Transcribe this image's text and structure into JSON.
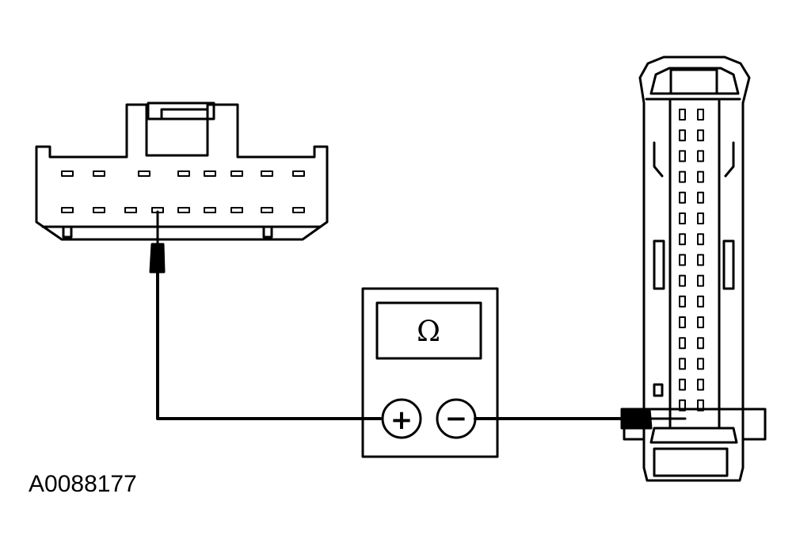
{
  "figure": {
    "reference_id": "A0088177"
  },
  "meter": {
    "display_symbol": "Ω",
    "positive_terminal": "+",
    "negative_terminal": "−"
  },
  "connector_left": {
    "top_row_pins": 8,
    "bottom_row_pins": 9,
    "probed_pin_index": 3
  },
  "connector_right": {
    "pin_rows": 15,
    "pin_columns": 2
  },
  "colors": {
    "line": "#000000",
    "background": "#ffffff"
  }
}
